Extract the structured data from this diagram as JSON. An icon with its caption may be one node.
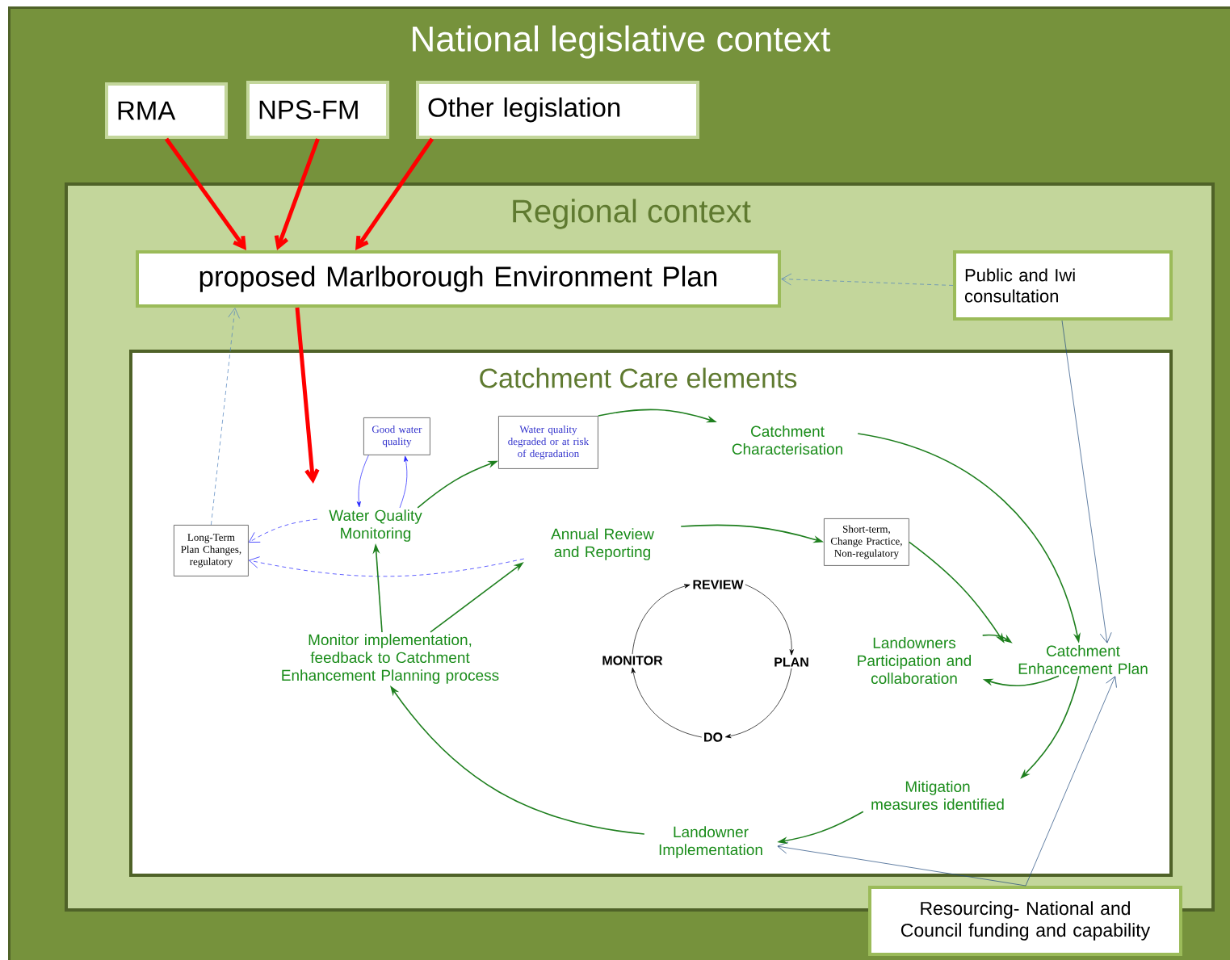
{
  "diagram": {
    "nodes": [
      {
        "text": [
          "National legislative context"
        ]
      },
      {
        "text": [
          "RMA"
        ],
        "in": 0
      },
      {
        "text": [
          "NPS-FM"
        ],
        "in": 0
      },
      {
        "text": [
          "Other legislation"
        ],
        "in": 0
      },
      {
        "text": [
          "Regional context"
        ],
        "in": 0
      },
      {
        "text": [
          "proposed Marlborough Environment Plan"
        ],
        "in": 4
      },
      {
        "text": [
          "Public and Iwi consultation"
        ],
        "in": 4
      },
      {
        "text": [
          "Catchment Care elements"
        ],
        "in": 4
      },
      {
        "text": [
          "Good water quality"
        ],
        "in": 7
      },
      {
        "text": [
          "Water quality degraded or at risk of degradation"
        ],
        "in": 7
      },
      {
        "text": [
          "Catchment Characterisation"
        ],
        "in": 7
      },
      {
        "text": [
          "Long-Term Plan Changes, regulatory"
        ],
        "in": 7
      },
      {
        "text": [
          "Water Quality Monitoring"
        ],
        "in": 7
      },
      {
        "text": [
          "Annual Review and Reporting"
        ],
        "in": 7
      },
      {
        "text": [
          "Short-term, Change Practice, Non-regulatory"
        ],
        "in": 7
      },
      {
        "text": [
          "REVIEW"
        ],
        "in": 7
      },
      {
        "text": [
          "MONITOR"
        ],
        "in": 7
      },
      {
        "text": [
          "PLAN"
        ],
        "in": 7
      },
      {
        "text": [
          "DO"
        ],
        "in": 7
      },
      {
        "text": [
          "Landowners Participation and collaboration"
        ],
        "in": 7
      },
      {
        "text": [
          "Catchment Enhancement Plan"
        ],
        "in": 7
      },
      {
        "text": [
          "Monitor implementation, feedback to Catchment Enhancement Planning process"
        ],
        "in": 7
      },
      {
        "text": [
          "Mitigation measures identified"
        ],
        "in": 7
      },
      {
        "text": [
          "Landowner Implementation"
        ],
        "in": 7
      },
      {
        "text": [
          "Resourcing- National and Council funding and capability"
        ],
        "in": 0
      }
    ],
    "edges": [
      {
        "from": 1,
        "to": 5,
        "arrow": "to",
        "style": "thick",
        "color": "#ff0000"
      },
      {
        "from": 2,
        "to": 5,
        "arrow": "to",
        "style": "thick",
        "color": "#ff0000"
      },
      {
        "from": 3,
        "to": 5,
        "arrow": "to",
        "style": "thick",
        "color": "#ff0000"
      },
      {
        "from": 5,
        "to": 12,
        "arrow": "to",
        "style": "thick",
        "color": "#ff0000"
      },
      {
        "from": 6,
        "to": 5,
        "arrow": "to",
        "style": "dashed",
        "color": "#4f81bd"
      },
      {
        "from": 11,
        "to": 5,
        "arrow": "to",
        "style": "dashed",
        "color": "#4f81bd"
      },
      {
        "from": 6,
        "to": 20,
        "arrow": "to",
        "color": "#1f497d"
      },
      {
        "from": 24,
        "to": 20,
        "arrow": "to",
        "color": "#1f497d"
      },
      {
        "from": 24,
        "to": 23,
        "arrow": "to",
        "color": "#1f497d"
      },
      {
        "from": 12,
        "to": 8,
        "arrow": "to",
        "color": "#2020ff"
      },
      {
        "from": 8,
        "to": 12,
        "arrow": "to",
        "color": "#2020ff"
      },
      {
        "from": 12,
        "to": 11,
        "arrow": "to",
        "style": "dashed",
        "color": "#2020ff"
      },
      {
        "from": 13,
        "to": 11,
        "arrow": "to",
        "style": "dashed",
        "color": "#2020ff"
      },
      {
        "from": 12,
        "to": 9,
        "arrow": "to"
      },
      {
        "from": 9,
        "to": 10,
        "arrow": "to"
      },
      {
        "from": 10,
        "to": 20,
        "arrow": "to"
      },
      {
        "from": 13,
        "to": 14,
        "arrow": "to"
      },
      {
        "from": 14,
        "to": 20,
        "arrow": "to"
      },
      {
        "from": 19,
        "to": 20,
        "arrow": "to"
      },
      {
        "from": 20,
        "to": 19,
        "arrow": "to"
      },
      {
        "from": 20,
        "to": 22,
        "arrow": "to"
      },
      {
        "from": 22,
        "to": 23,
        "arrow": "to"
      },
      {
        "from": 23,
        "to": 21,
        "arrow": "to"
      },
      {
        "from": 21,
        "to": 12,
        "arrow": "to"
      },
      {
        "from": 21,
        "to": 13,
        "arrow": "to"
      },
      {
        "from": 15,
        "to": 17,
        "arrow": "to",
        "color": "#000000"
      },
      {
        "from": 17,
        "to": 18,
        "arrow": "to",
        "color": "#000000"
      },
      {
        "from": 18,
        "to": 16,
        "arrow": "to",
        "color": "#000000"
      },
      {
        "from": 16,
        "to": 15,
        "arrow": "to",
        "color": "#000000"
      }
    ]
  }
}
